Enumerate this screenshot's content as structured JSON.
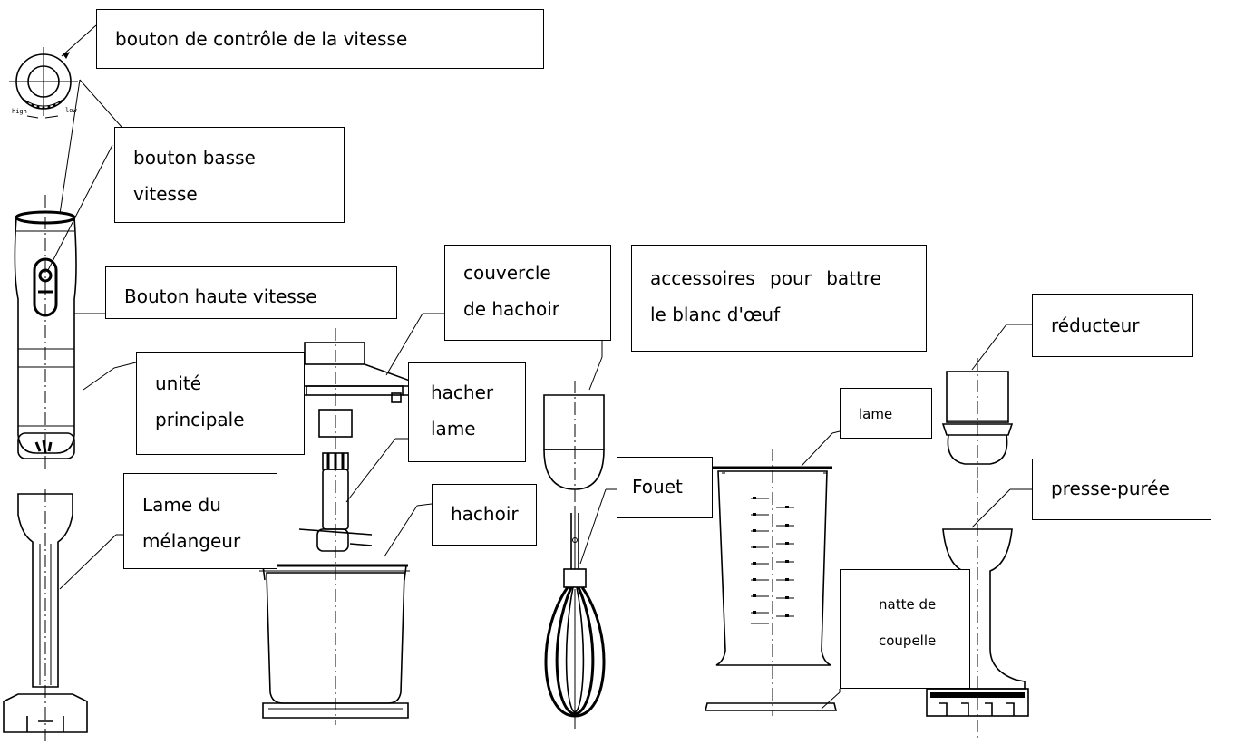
{
  "labels": {
    "speed_knob": "bouton de contrôle de la vitesse",
    "low_speed_button": [
      "bouton basse",
      "vitesse"
    ],
    "high_speed_button": "Bouton haute vitesse",
    "chopper_lid": [
      "couvercle",
      "de hachoir"
    ],
    "egg_white_accessory": [
      "accessoires pour battre",
      "le blanc d'œuf"
    ],
    "reducer": "réducteur",
    "main_unit": [
      "unité",
      "principale"
    ],
    "chop_blade": [
      "hacher",
      "lame"
    ],
    "blade": "lame",
    "whisk": "Fouet",
    "masher": "presse-purée",
    "blender_blade": [
      "Lame du",
      "mélangeur"
    ],
    "chopper": "hachoir",
    "cup_mat": [
      "natte de",
      "coupelle"
    ]
  },
  "knob_text": {
    "high": "high",
    "low": "low"
  }
}
